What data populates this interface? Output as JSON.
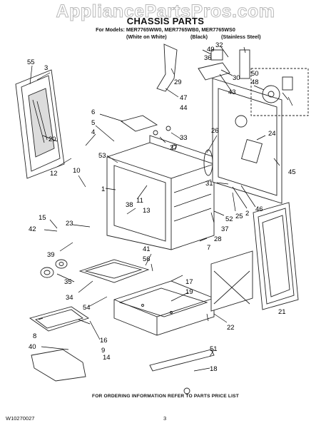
{
  "watermark": "AppliancePartsPros.com",
  "title": "CHASSIS PARTS",
  "models_line": "For Models: MER7765WW0, MER7765WB0, MER7765WS0",
  "variants": [
    "(White on White)",
    "(Black)",
    "(Stainless Steel)"
  ],
  "footer_note": "FOR ORDERING INFORMATION REFER TO PARTS PRICE LIST",
  "doc_number": "W10270027",
  "page_number": "3",
  "callouts": [
    "55",
    "3",
    "20",
    "6",
    "5",
    "4",
    "53",
    "12",
    "10",
    "1",
    "11",
    "13",
    "38",
    "15",
    "42",
    "23",
    "39",
    "34",
    "54",
    "35",
    "8",
    "40",
    "16",
    "9",
    "14",
    "41",
    "56",
    "17",
    "19",
    "18",
    "51",
    "22",
    "21",
    "7",
    "28",
    "37",
    "52",
    "25",
    "2",
    "46",
    "31",
    "45",
    "24",
    "26",
    "27",
    "33",
    "47",
    "44",
    "29",
    "43",
    "30",
    "36",
    "32",
    "49",
    "50",
    "48"
  ]
}
